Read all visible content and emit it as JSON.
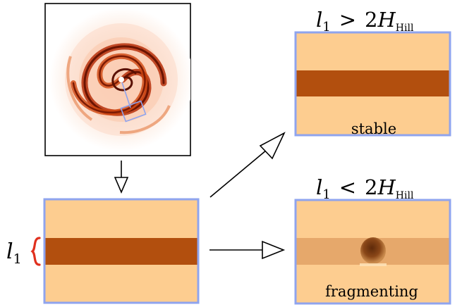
{
  "colors": {
    "background": "#ffffff",
    "panel_fill": "#fdcd90",
    "panel_border": "#8fa4ee",
    "band_dark": "#b24f0e",
    "band_faint": "#e6a86b",
    "clump": "#7a3a12",
    "bracket": "#e0301e",
    "arrow": "#000000",
    "disk_dark": "#8b1a05",
    "disk_mid": "#e0561b",
    "disk_light": "#f7b58a"
  },
  "icons": {
    "zoom_box": "rectangle-outline",
    "arrow_down": "hollow-arrow-down",
    "arrow_up_right": "hollow-arrow-up-right",
    "arrow_right": "hollow-arrow-right",
    "bracket": "curly-brace"
  },
  "labels": {
    "l1_symbol": "l",
    "l1_subscript": "1",
    "stable_condition": {
      "lhs": "l",
      "lhs_sub": "1",
      "op": ">",
      "rhs_coef": "2",
      "rhs": "H",
      "rhs_sub": "Hill"
    },
    "fragmenting_condition": {
      "lhs": "l",
      "lhs_sub": "1",
      "op": "<",
      "rhs_coef": "2",
      "rhs": "H",
      "rhs_sub": "Hill"
    },
    "stable": "stable",
    "fragmenting": "fragmenting"
  }
}
